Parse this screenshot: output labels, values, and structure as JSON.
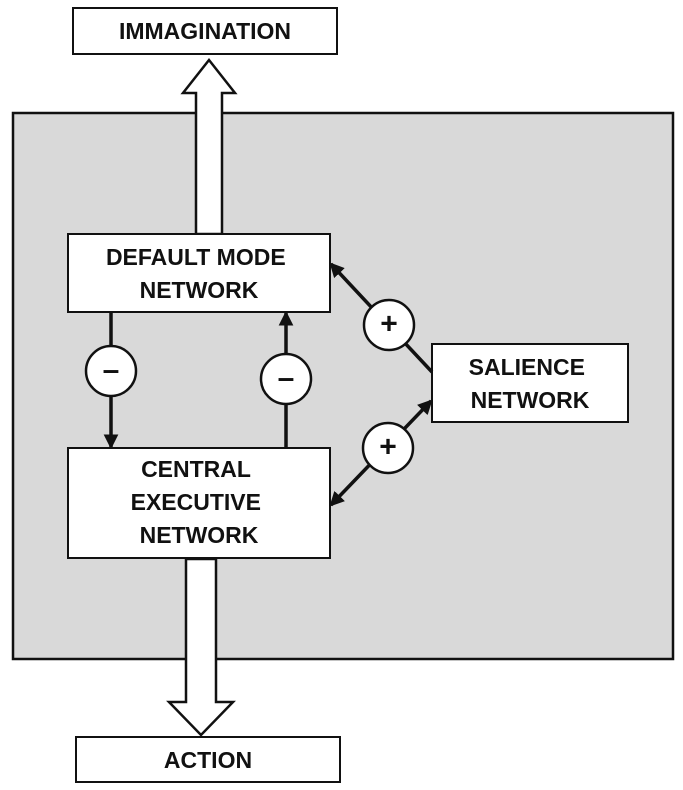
{
  "diagram": {
    "nodes": {
      "imagination": {
        "lines": [
          "IMMAGINATION"
        ]
      },
      "default_mode": {
        "lines": [
          "DEFAULT MODE",
          "NETWORK"
        ]
      },
      "central_executive": {
        "lines": [
          "CENTRAL",
          "EXECUTIVE",
          "NETWORK"
        ]
      },
      "salience": {
        "lines": [
          "SALIENCE",
          "NETWORK"
        ]
      },
      "action": {
        "lines": [
          "ACTION"
        ]
      }
    },
    "edges": [
      {
        "from": "default_mode",
        "to": "central_executive",
        "sign": "–"
      },
      {
        "from": "central_executive",
        "to": "default_mode",
        "sign": "–"
      },
      {
        "from": "salience",
        "to": "default_mode",
        "sign": "+"
      },
      {
        "from": "salience",
        "to": "central_executive",
        "sign": "+",
        "bidirectional": true
      },
      {
        "from": "default_mode",
        "to": "imagination",
        "style": "hollow-arrow"
      },
      {
        "from": "central_executive",
        "to": "action",
        "style": "hollow-arrow"
      }
    ],
    "colors": {
      "panel": "#d9d9d9",
      "box": "#ffffff",
      "stroke": "#111111"
    }
  }
}
